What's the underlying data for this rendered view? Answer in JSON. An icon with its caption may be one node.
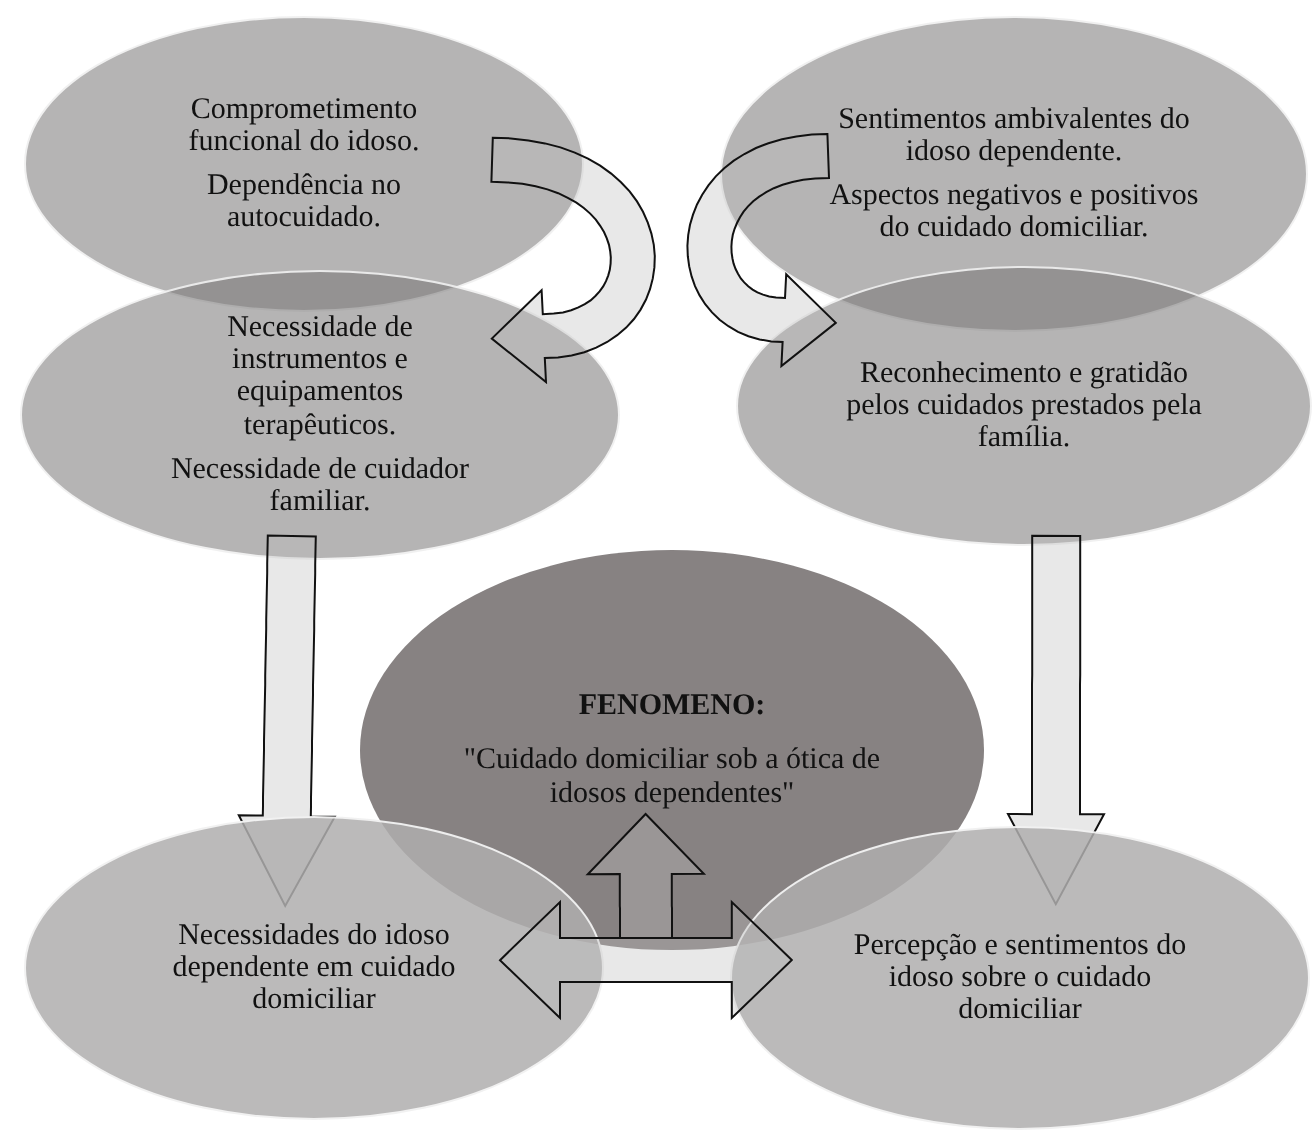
{
  "diagram": {
    "nodes": [
      {
        "text": [
          "Comprometimento funcional do idoso.",
          "Dependência no autocuidado."
        ]
      },
      {
        "text": [
          "Necessidade de instrumentos e equipamentos terapêuticos.",
          "Necessidade de cuidador familiar."
        ]
      },
      {
        "text": [
          "Sentimentos ambivalentes do idoso dependente.",
          "Aspectos negativos e positivos do cuidado domiciliar."
        ]
      },
      {
        "text": [
          "Reconhecimento e gratidão pelos cuidados prestados pela família."
        ]
      },
      {
        "text": [
          "FENOMENO:",
          "\"Cuidado domiciliar sob a ótica de idosos dependentes\""
        ]
      },
      {
        "text": [
          "Necessidades do idoso dependente em cuidado domiciliar"
        ]
      },
      {
        "text": [
          "Percepção e sentimentos do idoso sobre o cuidado domiciliar"
        ]
      }
    ],
    "edges": [
      {
        "from": 0,
        "to": 1,
        "arrow": "to"
      },
      {
        "from": 2,
        "to": 3,
        "arrow": "to"
      },
      {
        "from": 1,
        "to": 5,
        "arrow": "to"
      },
      {
        "from": 3,
        "to": 6,
        "arrow": "to"
      },
      {
        "from": 5,
        "to": 6,
        "arrow": "both"
      },
      {
        "from": null,
        "to": 4,
        "arrow": "to"
      }
    ]
  }
}
